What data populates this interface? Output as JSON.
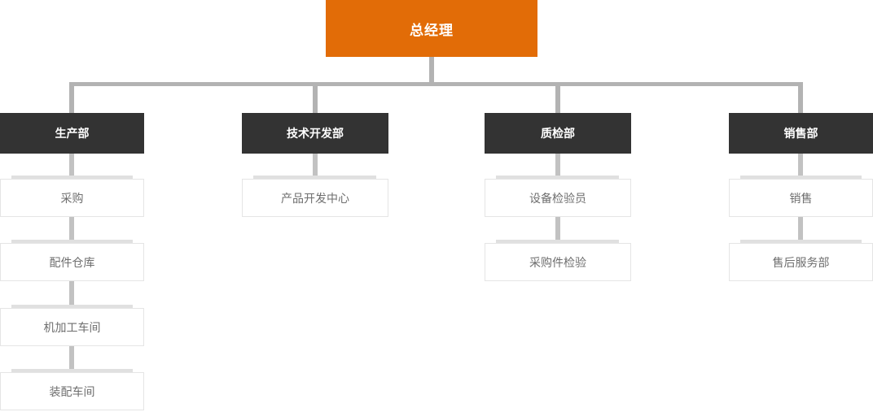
{
  "chart": {
    "type": "org-chart",
    "root": {
      "label": "总经理"
    },
    "columns": [
      {
        "dept": "生产部",
        "children": [
          "采购",
          "配件仓库",
          "机加工车间",
          "装配车间"
        ]
      },
      {
        "dept": "技术开发部",
        "children": [
          "产品开发中心"
        ]
      },
      {
        "dept": "质检部",
        "children": [
          "设备检验员",
          "采购件检验"
        ]
      },
      {
        "dept": "销售部",
        "children": [
          "销售",
          "售后服务部"
        ]
      }
    ]
  },
  "colors": {
    "root_bg": "#E26C07",
    "root_text": "#FFFFFF",
    "dept_bg": "#333333",
    "dept_text": "#FFFFFF",
    "node_text": "#6E6E6E",
    "node_border": "#E5E5E5",
    "connector": "#B3B3B3",
    "stub": "#C2C2C2",
    "band": "#E0E0E0",
    "background": "#FFFFFF"
  }
}
